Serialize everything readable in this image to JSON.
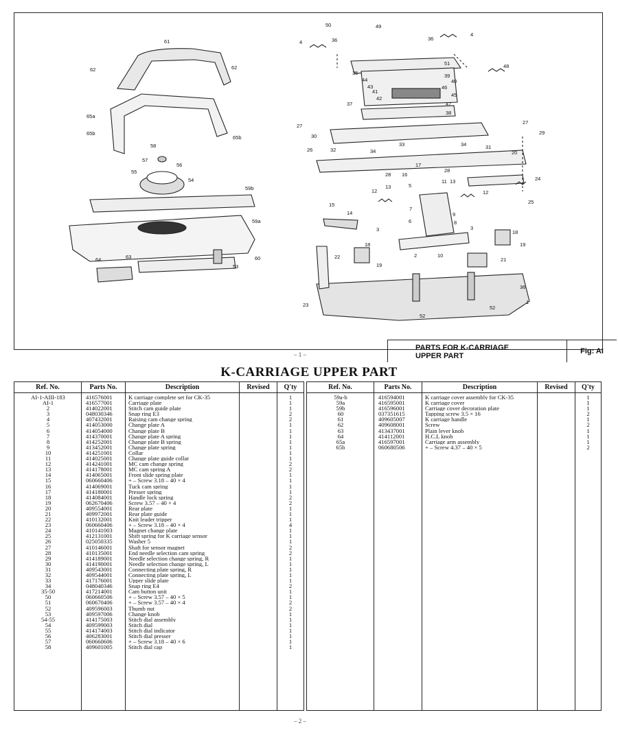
{
  "diagram": {
    "caption_title_line1": "PARTS FOR K-CARRIAGE",
    "caption_title_line2": "UPPER PART",
    "fig_label": "Fig: AI",
    "callouts": [
      "61",
      "62",
      "62",
      "65a",
      "65b",
      "65b",
      "58",
      "57",
      "56",
      "55",
      "54",
      "59b",
      "59a",
      "64",
      "63",
      "53",
      "60",
      "50",
      "49",
      "4",
      "36",
      "36",
      "4",
      "51",
      "48",
      "35",
      "44",
      "39",
      "43",
      "40",
      "46",
      "41",
      "45",
      "42",
      "47",
      "37",
      "38",
      "27",
      "30",
      "26",
      "33",
      "32",
      "34",
      "34",
      "31",
      "29",
      "27",
      "20",
      "28",
      "16",
      "17",
      "28",
      "24",
      "5",
      "11",
      "13",
      "13",
      "12",
      "12",
      "25",
      "15",
      "14",
      "7",
      "9",
      "6",
      "8",
      "3",
      "3",
      "18",
      "19",
      "18",
      "19",
      "22",
      "2",
      "10",
      "21",
      "36",
      "1",
      "23",
      "52",
      "52"
    ]
  },
  "page_numbers": {
    "top": "– 1 –",
    "bottom": "– 2 –"
  },
  "title": "K-CARRIAGE UPPER PART",
  "table": {
    "headers": {
      "ref": "Ref. No.",
      "parts": "Parts No.",
      "desc": "Description",
      "revised": "Revised",
      "qty": "Q'ty"
    },
    "left_rows": [
      [
        "AI-1-AIII-183",
        "416576001",
        "K carriage complete set for CK-35",
        "1"
      ],
      [
        "AI-1",
        "416577001",
        "Carriage plate",
        "1"
      ],
      [
        "2",
        "414022001",
        "Stitch cam guide plate",
        "1"
      ],
      [
        "3",
        "048030346",
        "Snap ring E3",
        "2"
      ],
      [
        "4",
        "407432001",
        "Raising cam change spring",
        "2"
      ],
      [
        "5",
        "414053000",
        "Change plate A",
        "1"
      ],
      [
        "6",
        "414054000",
        "Change plate B",
        "1"
      ],
      [
        "7",
        "414370001",
        "Change plate A spring",
        "1"
      ],
      [
        "8",
        "414252001",
        "Change plate B spring",
        "1"
      ],
      [
        "9",
        "413452001",
        "Change plate spring",
        "1"
      ],
      [
        "10",
        "414251001",
        "Collar",
        "1"
      ],
      [
        "11",
        "414025001",
        "Change plate guide collar",
        "1"
      ],
      [
        "12",
        "414241001",
        "MC cam change spring",
        "2"
      ],
      [
        "13",
        "414178001",
        "MC cam spring A",
        "2"
      ],
      [
        "14",
        "414065001",
        "Front slide spring plate",
        "1"
      ],
      [
        "15",
        "060660406",
        "+ – Screw 3.18 – 40 × 4",
        "1"
      ],
      [
        "16",
        "414069001",
        "Tuck cam spring",
        "1"
      ],
      [
        "17",
        "414180001",
        "Presser spring",
        "1"
      ],
      [
        "18",
        "414084001",
        "Handle lock spring",
        "2"
      ],
      [
        "19",
        "062670406",
        "Screw 3.57 – 40 × 4",
        "2"
      ],
      [
        "20",
        "409554001",
        "Rear plate",
        "1"
      ],
      [
        "21",
        "409972001",
        "Rear plate guide",
        "1"
      ],
      [
        "22",
        "410132001",
        "Knit leader tripper",
        "1"
      ],
      [
        "23",
        "060660406",
        "+ – Screw 3.18 – 40 × 4",
        "4"
      ],
      [
        "24",
        "410141003",
        "Magnet change plate",
        "1"
      ],
      [
        "25",
        "412131001",
        "Shift spring for K carriage sensor",
        "1"
      ],
      [
        "26",
        "025050335",
        "Washer 5",
        "1"
      ],
      [
        "27",
        "410146001",
        "Shaft for sensor magnet",
        "2"
      ],
      [
        "28",
        "410135001",
        "End needle selection cam spring",
        "2"
      ],
      [
        "29",
        "414189001",
        "Needle selection change spring, R",
        "1"
      ],
      [
        "30",
        "414190001",
        "Needle selection change spring, L",
        "1"
      ],
      [
        "31",
        "409543001",
        "Connecting plate spring, R",
        "1"
      ],
      [
        "32",
        "409544001",
        "Connecting plate spring, L",
        "1"
      ],
      [
        "33",
        "417176001",
        "Upper slide plate",
        "1"
      ],
      [
        "34",
        "048040346",
        "Snap ring E4",
        "2"
      ],
      [
        "35-50",
        "417214001",
        "Cam button unit",
        "1"
      ],
      [
        "50",
        "060660506",
        "+ – Screw 3.57 – 40 × 5",
        "1"
      ],
      [
        "51",
        "060670406",
        "+ – Screw 3.57 – 40 × 4",
        "2"
      ],
      [
        "52",
        "409596003",
        "Thumb nut",
        "2"
      ],
      [
        "53",
        "409597006",
        "Change knob",
        "1"
      ],
      [
        "54-55",
        "414175003",
        "Stitch dial assembly",
        "1"
      ],
      [
        "54",
        "409599003",
        "Stitch dial",
        "1"
      ],
      [
        "55",
        "414174003",
        "Stitch dial indicator",
        "1"
      ],
      [
        "56",
        "406283001",
        "Stitch dial presser",
        "1"
      ],
      [
        "57",
        "060660606",
        "+ – Screw 3.18 – 40 × 6",
        "1"
      ],
      [
        "58",
        "409601005",
        "Stitch dial cap",
        "1"
      ]
    ],
    "right_rows": [
      [
        "59a-b",
        "416594001",
        "K carriage cover assembly for CK-35",
        "1"
      ],
      [
        "59a",
        "416595001",
        "K carriage cover",
        "1"
      ],
      [
        "59b",
        "416596001",
        "Carriage cover decoration plate",
        "1"
      ],
      [
        "60",
        "037351615",
        "Tapping screw 3.5 × 16",
        "2"
      ],
      [
        "61",
        "409605007",
        "K carriage handle",
        "1"
      ],
      [
        "62",
        "409608001",
        "Screw",
        "2"
      ],
      [
        "63",
        "413437001",
        "Plain lever knob",
        "1"
      ],
      [
        "64",
        "414112001",
        "H.C.L knob",
        "1"
      ],
      [
        "65a",
        "416597001",
        "Carriage arm assembly",
        "1"
      ],
      [
        "65b",
        "060680506",
        "+ – Screw 4.37 – 40 × 5",
        "2"
      ]
    ]
  }
}
